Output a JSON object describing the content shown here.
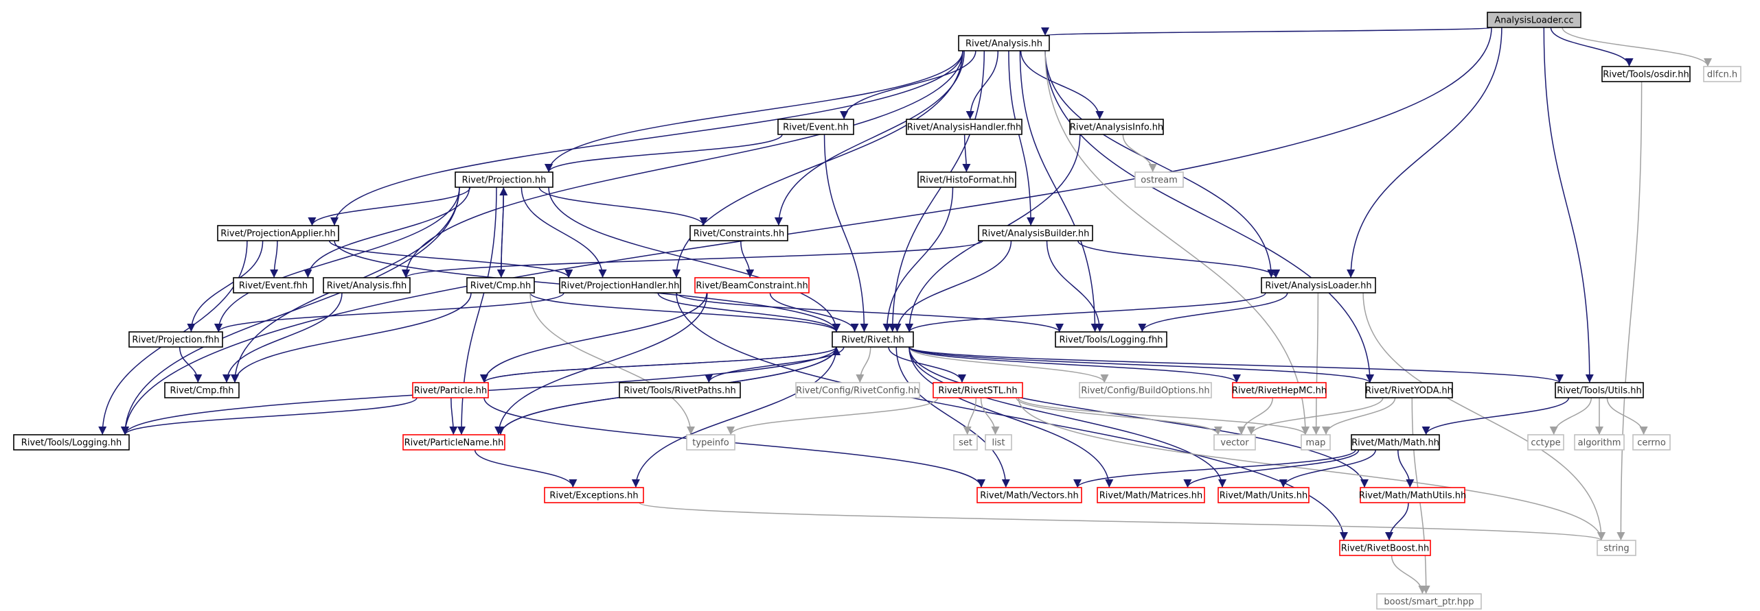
{
  "graph": {
    "nodes": [
      {
        "id": "n0",
        "label": "AnalysisLoader.cc",
        "kind": "main"
      },
      {
        "id": "n1",
        "label": "Rivet/Analysis.hh",
        "kind": "file"
      },
      {
        "id": "n2",
        "label": "Rivet/Tools/osdir.hh",
        "kind": "file"
      },
      {
        "id": "n3",
        "label": "dlfcn.h",
        "kind": "ext"
      },
      {
        "id": "n4",
        "label": "Rivet/Event.hh",
        "kind": "file"
      },
      {
        "id": "n5",
        "label": "Rivet/AnalysisHandler.fhh",
        "kind": "file"
      },
      {
        "id": "n6",
        "label": "Rivet/AnalysisInfo.hh",
        "kind": "file"
      },
      {
        "id": "n7",
        "label": "ostream",
        "kind": "ext"
      },
      {
        "id": "n8",
        "label": "Rivet/Projection.hh",
        "kind": "file"
      },
      {
        "id": "n9",
        "label": "Rivet/HistoFormat.hh",
        "kind": "file"
      },
      {
        "id": "n10",
        "label": "Rivet/ProjectionApplier.hh",
        "kind": "file"
      },
      {
        "id": "n11",
        "label": "Rivet/Constraints.hh",
        "kind": "file"
      },
      {
        "id": "n12",
        "label": "Rivet/AnalysisBuilder.hh",
        "kind": "file"
      },
      {
        "id": "n13",
        "label": "Rivet/Event.fhh",
        "kind": "file"
      },
      {
        "id": "n14",
        "label": "Rivet/Analysis.fhh",
        "kind": "file"
      },
      {
        "id": "n15",
        "label": "Rivet/Cmp.hh",
        "kind": "file"
      },
      {
        "id": "n16",
        "label": "Rivet/ProjectionHandler.hh",
        "kind": "file"
      },
      {
        "id": "n17",
        "label": "Rivet/BeamConstraint.hh",
        "kind": "trunc"
      },
      {
        "id": "n18",
        "label": "Rivet/AnalysisLoader.hh",
        "kind": "file"
      },
      {
        "id": "n19",
        "label": "Rivet/Projection.fhh",
        "kind": "file"
      },
      {
        "id": "n20",
        "label": "Rivet/Rivet.hh",
        "kind": "file"
      },
      {
        "id": "n21",
        "label": "Rivet/Tools/Logging.fhh",
        "kind": "file"
      },
      {
        "id": "n22",
        "label": "Rivet/Cmp.fhh",
        "kind": "file"
      },
      {
        "id": "n23",
        "label": "Rivet/Particle.hh",
        "kind": "trunc"
      },
      {
        "id": "n24",
        "label": "Rivet/Tools/RivetPaths.hh",
        "kind": "file"
      },
      {
        "id": "n25",
        "label": "Rivet/Config/RivetConfig.hh",
        "kind": "ext"
      },
      {
        "id": "n26",
        "label": "Rivet/RivetSTL.hh",
        "kind": "trunc"
      },
      {
        "id": "n27",
        "label": "Rivet/Config/BuildOptions.hh",
        "kind": "ext"
      },
      {
        "id": "n28",
        "label": "Rivet/RivetHepMC.hh",
        "kind": "trunc"
      },
      {
        "id": "n29",
        "label": "Rivet/RivetYODA.hh",
        "kind": "file"
      },
      {
        "id": "n30",
        "label": "Rivet/Tools/Utils.hh",
        "kind": "file"
      },
      {
        "id": "n31",
        "label": "Rivet/Tools/Logging.hh",
        "kind": "file"
      },
      {
        "id": "n32",
        "label": "Rivet/ParticleName.hh",
        "kind": "trunc"
      },
      {
        "id": "n33",
        "label": "typeinfo",
        "kind": "ext"
      },
      {
        "id": "n34",
        "label": "set",
        "kind": "ext"
      },
      {
        "id": "n35",
        "label": "list",
        "kind": "ext"
      },
      {
        "id": "n36",
        "label": "vector",
        "kind": "ext"
      },
      {
        "id": "n37",
        "label": "map",
        "kind": "ext"
      },
      {
        "id": "n38",
        "label": "Rivet/Math/Math.hh",
        "kind": "file"
      },
      {
        "id": "n39",
        "label": "cctype",
        "kind": "ext"
      },
      {
        "id": "n40",
        "label": "algorithm",
        "kind": "ext"
      },
      {
        "id": "n41",
        "label": "cerrno",
        "kind": "ext"
      },
      {
        "id": "n42",
        "label": "Rivet/Exceptions.hh",
        "kind": "trunc"
      },
      {
        "id": "n43",
        "label": "Rivet/Math/Vectors.hh",
        "kind": "trunc"
      },
      {
        "id": "n44",
        "label": "Rivet/Math/Matrices.hh",
        "kind": "trunc"
      },
      {
        "id": "n45",
        "label": "Rivet/Math/Units.hh",
        "kind": "trunc"
      },
      {
        "id": "n46",
        "label": "Rivet/Math/MathUtils.hh",
        "kind": "trunc"
      },
      {
        "id": "n47",
        "label": "string",
        "kind": "ext"
      },
      {
        "id": "n48",
        "label": "Rivet/RivetBoost.hh",
        "kind": "trunc"
      },
      {
        "id": "n49",
        "label": "boost/smart_ptr.hpp",
        "kind": "ext"
      }
    ],
    "edges": [
      [
        "n0",
        "n1"
      ],
      [
        "n0",
        "n2"
      ],
      [
        "n0",
        "n3"
      ],
      [
        "n0",
        "n18"
      ],
      [
        "n0",
        "n30"
      ],
      [
        "n0",
        "n31"
      ],
      [
        "n1",
        "n4"
      ],
      [
        "n1",
        "n5"
      ],
      [
        "n1",
        "n6"
      ],
      [
        "n1",
        "n8"
      ],
      [
        "n1",
        "n10"
      ],
      [
        "n1",
        "n11"
      ],
      [
        "n1",
        "n12"
      ],
      [
        "n1",
        "n14"
      ],
      [
        "n1",
        "n16"
      ],
      [
        "n1",
        "n18"
      ],
      [
        "n1",
        "n20"
      ],
      [
        "n1",
        "n21"
      ],
      [
        "n1",
        "n29"
      ],
      [
        "n1",
        "n37"
      ],
      [
        "n2",
        "n47"
      ],
      [
        "n4",
        "n8"
      ],
      [
        "n4",
        "n20"
      ],
      [
        "n5",
        "n9"
      ],
      [
        "n6",
        "n7"
      ],
      [
        "n6",
        "n20"
      ],
      [
        "n8",
        "n10"
      ],
      [
        "n8",
        "n11"
      ],
      [
        "n8",
        "n13"
      ],
      [
        "n8",
        "n15"
      ],
      [
        "n8",
        "n16"
      ],
      [
        "n8",
        "n19"
      ],
      [
        "n8",
        "n20"
      ],
      [
        "n8",
        "n22"
      ],
      [
        "n8",
        "n31"
      ],
      [
        "n8",
        "n32"
      ],
      [
        "n9",
        "n20"
      ],
      [
        "n10",
        "n13"
      ],
      [
        "n10",
        "n16"
      ],
      [
        "n10",
        "n19"
      ],
      [
        "n10",
        "n20"
      ],
      [
        "n10",
        "n31"
      ],
      [
        "n11",
        "n17"
      ],
      [
        "n12",
        "n14"
      ],
      [
        "n12",
        "n18"
      ],
      [
        "n12",
        "n20"
      ],
      [
        "n12",
        "n21"
      ],
      [
        "n14",
        "n22"
      ],
      [
        "n15",
        "n8"
      ],
      [
        "n15",
        "n20"
      ],
      [
        "n15",
        "n22"
      ],
      [
        "n15",
        "n33"
      ],
      [
        "n16",
        "n19"
      ],
      [
        "n16",
        "n20"
      ],
      [
        "n16",
        "n21"
      ],
      [
        "n16",
        "n48"
      ],
      [
        "n17",
        "n20"
      ],
      [
        "n17",
        "n23"
      ],
      [
        "n17",
        "n32"
      ],
      [
        "n18",
        "n20"
      ],
      [
        "n18",
        "n21"
      ],
      [
        "n18",
        "n37"
      ],
      [
        "n18",
        "n47"
      ],
      [
        "n19",
        "n22"
      ],
      [
        "n20",
        "n23"
      ],
      [
        "n20",
        "n24"
      ],
      [
        "n20",
        "n25"
      ],
      [
        "n20",
        "n26"
      ],
      [
        "n20",
        "n27"
      ],
      [
        "n20",
        "n28"
      ],
      [
        "n20",
        "n29"
      ],
      [
        "n20",
        "n30"
      ],
      [
        "n20",
        "n31"
      ],
      [
        "n20",
        "n32"
      ],
      [
        "n20",
        "n42"
      ],
      [
        "n20",
        "n43"
      ],
      [
        "n20",
        "n44"
      ],
      [
        "n20",
        "n45"
      ],
      [
        "n20",
        "n46"
      ],
      [
        "n23",
        "n20"
      ],
      [
        "n23",
        "n31"
      ],
      [
        "n23",
        "n32"
      ],
      [
        "n23",
        "n43"
      ],
      [
        "n26",
        "n33"
      ],
      [
        "n26",
        "n34"
      ],
      [
        "n26",
        "n35"
      ],
      [
        "n26",
        "n36"
      ],
      [
        "n26",
        "n37"
      ],
      [
        "n26",
        "n47"
      ],
      [
        "n28",
        "n36"
      ],
      [
        "n29",
        "n36"
      ],
      [
        "n29",
        "n37"
      ],
      [
        "n29",
        "n49"
      ],
      [
        "n30",
        "n38"
      ],
      [
        "n30",
        "n39"
      ],
      [
        "n30",
        "n40"
      ],
      [
        "n30",
        "n41"
      ],
      [
        "n32",
        "n20"
      ],
      [
        "n32",
        "n42"
      ],
      [
        "n38",
        "n43"
      ],
      [
        "n38",
        "n44"
      ],
      [
        "n38",
        "n45"
      ],
      [
        "n38",
        "n46"
      ],
      [
        "n42",
        "n47"
      ],
      [
        "n46",
        "n48"
      ],
      [
        "n48",
        "n49"
      ]
    ]
  }
}
